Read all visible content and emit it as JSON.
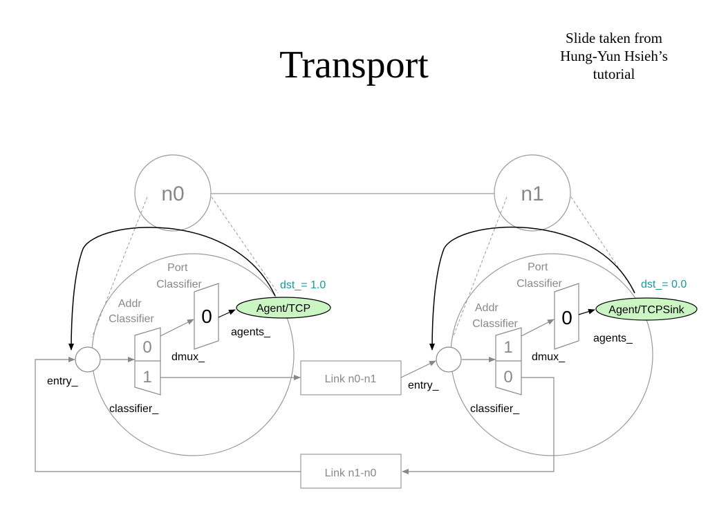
{
  "slide": {
    "title": "Transport",
    "attribution": [
      "Slide taken from",
      "Hung-Yun Hsieh’s",
      "tutorial"
    ]
  },
  "nodes": {
    "n0": {
      "label": "n0",
      "port_classifier": [
        "Port",
        "Classifier"
      ],
      "addr_classifier": [
        "Addr",
        "Classifier"
      ],
      "classifier_slots": [
        "0",
        "1"
      ],
      "dmux_slot": "0",
      "agent": "Agent/TCP",
      "dst": "dst_= 1.0",
      "agents_label": "agents_",
      "dmux_label": "dmux_",
      "entry_label": "entry_",
      "classifier_label": "classifier_"
    },
    "n1": {
      "label": "n1",
      "port_classifier": [
        "Port",
        "Classifier"
      ],
      "addr_classifier": [
        "Addr",
        "Classifier"
      ],
      "classifier_slots": [
        "1",
        "0"
      ],
      "dmux_slot": "0",
      "agent": "Agent/TCPSink",
      "dst": "dst_= 0.0",
      "agents_label": "agents_",
      "dmux_label": "dmux_",
      "entry_label": "entry_",
      "classifier_label": "classifier_"
    }
  },
  "links": {
    "n0_n1": "Link n0-n1",
    "n1_n0": "Link n1-n0"
  },
  "colors": {
    "gray": "#888888",
    "dst": "#139a9a",
    "agent_fill": "#ccf5c4"
  }
}
